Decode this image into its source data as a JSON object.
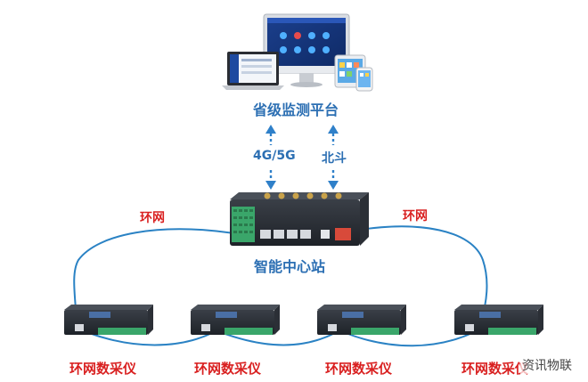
{
  "platform": {
    "label": "省级监测平台"
  },
  "links": {
    "cellular": "4G/5G",
    "beidou": "北斗"
  },
  "ring": {
    "left": "环网",
    "right": "环网"
  },
  "center": {
    "label": "智能中心站"
  },
  "collectors": [
    {
      "label": "环网数采仪"
    },
    {
      "label": "环网数采仪"
    },
    {
      "label": "环网数采仪"
    },
    {
      "label": "环网数采仪"
    }
  ],
  "watermark": {
    "text": "资讯物联"
  },
  "colors": {
    "label_blue": "#2c6fb3",
    "ring_red": "#d92020",
    "cable": "#2a82c4",
    "arrow": "#2f80c9",
    "device_green": "#3aa66a"
  }
}
